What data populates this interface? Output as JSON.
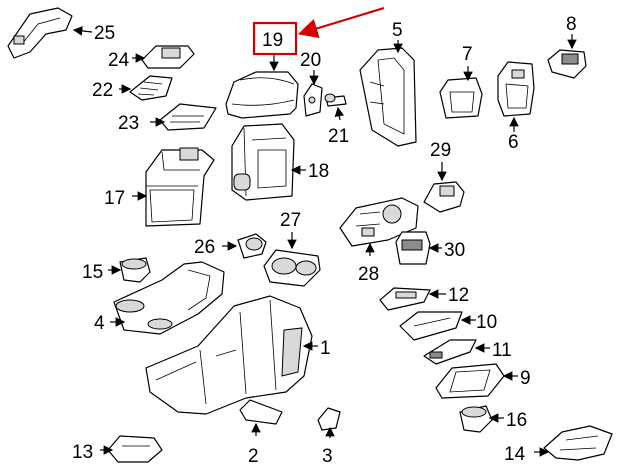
{
  "diagram": {
    "highlight_color": "#d40000",
    "highlighted_part": "19",
    "callouts": {
      "n1": "1",
      "n2": "2",
      "n3": "3",
      "n4": "4",
      "n5": "5",
      "n6": "6",
      "n7": "7",
      "n8": "8",
      "n9": "9",
      "n10": "10",
      "n11": "11",
      "n12": "12",
      "n13": "13",
      "n14": "14",
      "n15": "15",
      "n16": "16",
      "n17": "17",
      "n18": "18",
      "n19": "19",
      "n20": "20",
      "n21": "21",
      "n22": "22",
      "n23": "23",
      "n24": "24",
      "n25": "25",
      "n26": "26",
      "n27": "27",
      "n28": "28",
      "n29": "29",
      "n30": "30"
    }
  }
}
